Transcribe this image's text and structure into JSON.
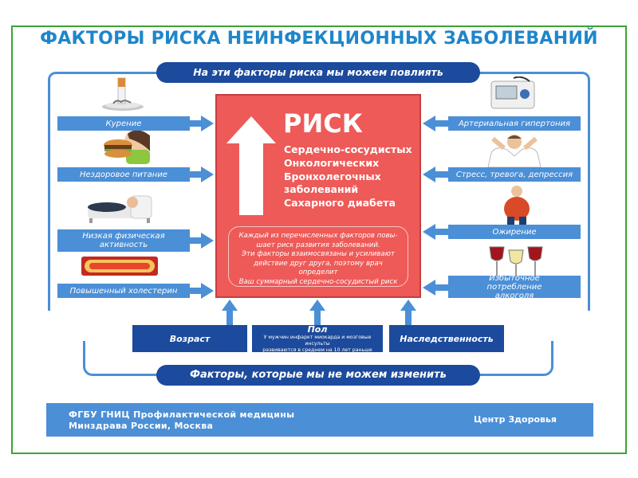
{
  "title": "ФАКТОРЫ РИСКА НЕИНФЕКЦИОННЫХ ЗАБОЛЕВАНИЙ",
  "modifiable_header": "На эти факторы риска мы можем повлиять",
  "non_modifiable_header": "Факторы, которые мы не можем изменить",
  "risk": {
    "title": "РИСК",
    "items": [
      "Сердечно-сосудистых",
      "Онкологических",
      "Бронхолегочных заболеваний",
      "Сахарного диабета"
    ],
    "note_lines": [
      "Каждый из перечисленных факторов повы-",
      "шает риск развития заболеваний.",
      "Эти факторы взаимосвязаны и усиливают",
      "действие друг друга, поэтому врач определит",
      "Ваш суммарный сердечно-сосудистый риск"
    ]
  },
  "left_factors": [
    "Курение",
    "Нездоровое питание",
    "Низкая физическая активность",
    "Повышенный холестерин"
  ],
  "right_factors": [
    "Артериальная гипертония",
    "Стресс, тревога, депрессия",
    "Ожирение",
    "Избыточное потребление алкоголя"
  ],
  "fixed_factors": {
    "age": "Возраст",
    "sex": "Пол",
    "sex_note_1": "У мужчин инфаркт миокарда и мозговые инсульты",
    "sex_note_2": "развиваются в среднем на 10 лет раньше",
    "heredity": "Наследственность"
  },
  "footer": {
    "org_line1": "ФГБУ ГНИЦ Профилактической медицины",
    "org_line2": "Минздрава России,  Москва",
    "center": "Центр Здоровья"
  },
  "colors": {
    "accent_blue": "#4b8fd6",
    "dark_blue": "#1c4a9c",
    "risk_red": "#ed5a58",
    "title_blue": "#1f86c9",
    "frame_green": "#3aa535"
  }
}
